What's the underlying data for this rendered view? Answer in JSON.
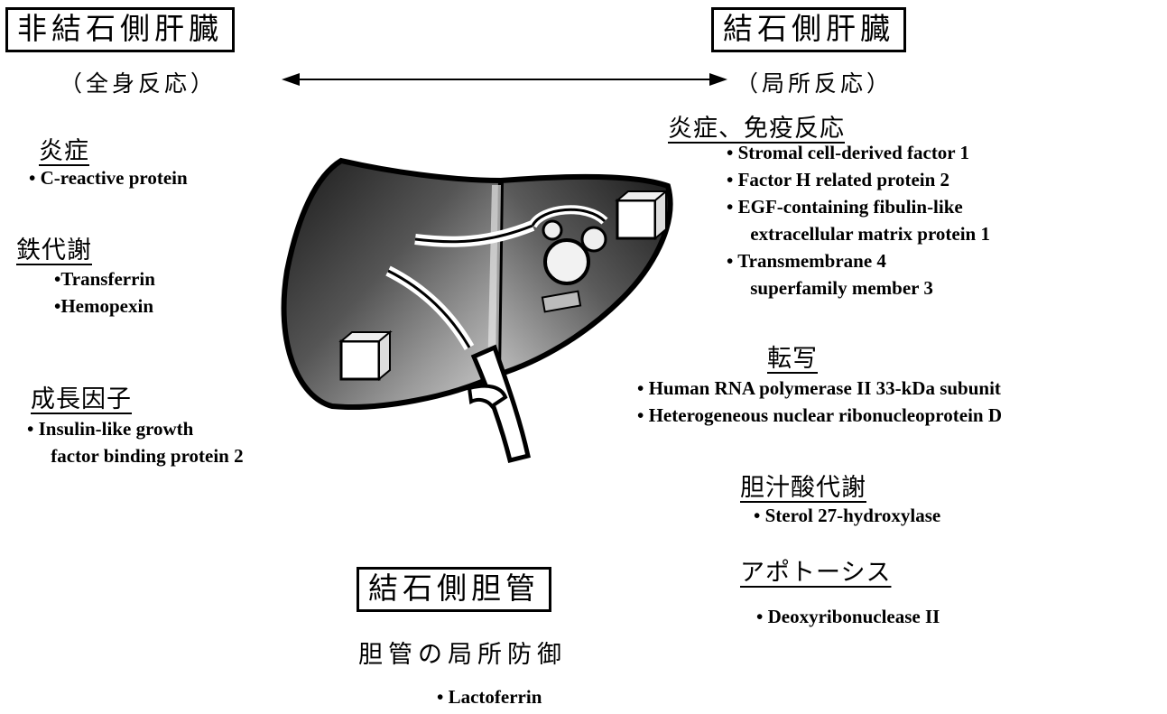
{
  "left": {
    "title": "非結石側肝臓",
    "subtitle": "（全身反応）",
    "sections": [
      {
        "heading": "炎症",
        "items": [
          "• C-reactive protein"
        ]
      },
      {
        "heading": "鉄代謝",
        "items": [
          "•Transferrin",
          "•Hemopexin"
        ]
      },
      {
        "heading": "成長因子",
        "items": [
          "• Insulin-like growth",
          "     factor binding protein 2"
        ]
      }
    ]
  },
  "right": {
    "title": "結石側肝臓",
    "subtitle": "（局所反応）",
    "sections": [
      {
        "heading": "炎症、免疫反応",
        "items": [
          "• Stromal cell-derived factor 1",
          "• Factor H related protein 2",
          "• EGF-containing fibulin-like",
          "     extracellular matrix protein 1",
          "• Transmembrane 4",
          "     superfamily member 3"
        ]
      },
      {
        "heading": "転写",
        "items": [
          "• Human RNA polymerase II 33-kDa subunit",
          "• Heterogeneous nuclear ribonucleoprotein D"
        ]
      },
      {
        "heading": "胆汁酸代謝",
        "items": [
          "• Sterol 27-hydroxylase"
        ]
      },
      {
        "heading": "アポトーシス",
        "items": [
          "• Deoxyribonuclease II"
        ]
      }
    ]
  },
  "bottom": {
    "title": "結石側胆管",
    "subtitle": "胆管の局所防御",
    "items": [
      "• Lactoferrin"
    ]
  }
}
